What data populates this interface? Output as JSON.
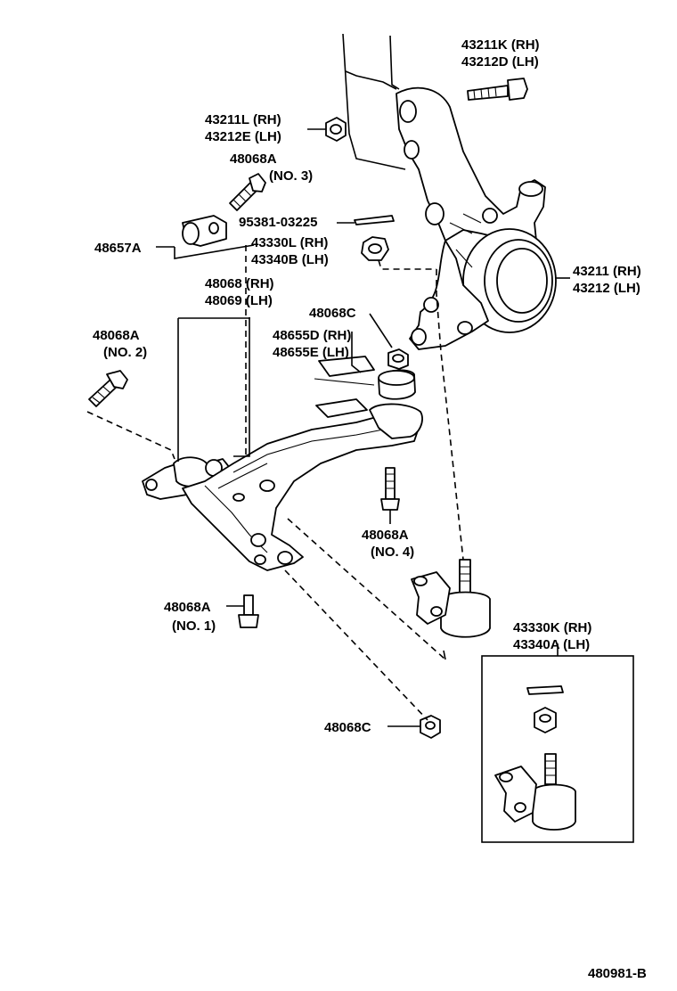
{
  "labels": {
    "p43211K": "43211K (RH)",
    "p43212D": "43212D (LH)",
    "p43211L": "43211L (RH)",
    "p43212E": "43212E (LH)",
    "p48068A_no3_a": "48068A",
    "p48068A_no3_b": "(NO. 3)",
    "p95381": "95381-03225",
    "p48657A": "48657A",
    "p43330L": "43330L (RH)",
    "p43340B": "43340B (LH)",
    "p43211": "43211 (RH)",
    "p43212": "43212 (LH)",
    "p48068": "48068 (RH)",
    "p48069": "48069 (LH)",
    "p48068C_top": "48068C",
    "p48068A_no2_a": "48068A",
    "p48068A_no2_b": "(NO. 2)",
    "p48655D": "48655D (RH)",
    "p48655E": "48655E (LH)",
    "p48068A_no4_a": "48068A",
    "p48068A_no4_b": "(NO. 4)",
    "p48068A_no1_a": "48068A",
    "p48068A_no1_b": "(NO. 1)",
    "p43330K": "43330K (RH)",
    "p43340A": "43340A (LH)",
    "p48068C_bottom": "48068C",
    "diagram_id": "480981-B"
  }
}
